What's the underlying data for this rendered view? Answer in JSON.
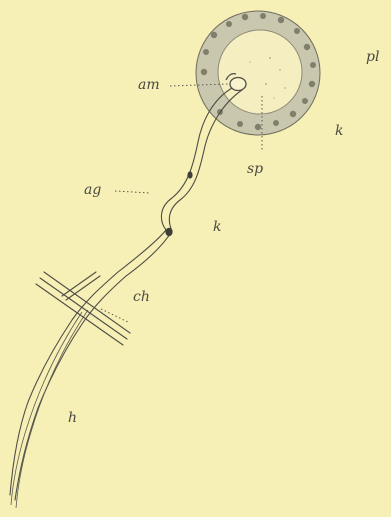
{
  "labels": {
    "pl": "pl",
    "am": "am",
    "k_upper": "k",
    "sp": "sp",
    "ag": "ag",
    "k_lower": "k",
    "ch": "ch",
    "h": "h"
  },
  "colors": {
    "background": "#f6efb6",
    "ring": "#c9c7ad",
    "ring_dots": "#7f7f6c",
    "inner_disc": "#f4eec0",
    "line": "#4e4e46",
    "label": "#4a4a40"
  }
}
